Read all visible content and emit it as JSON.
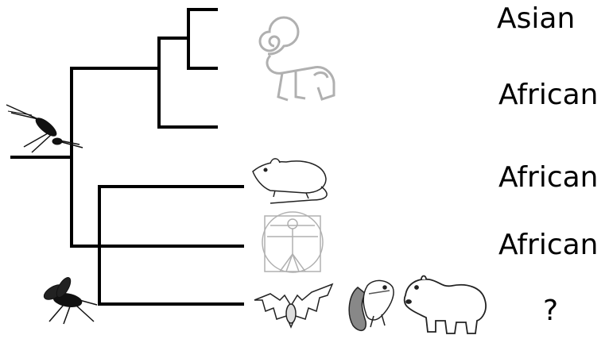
{
  "tree": {
    "line_color": "#000000",
    "leaves": [
      {
        "label": "Asian",
        "icon": "nazca-monkey-icon"
      },
      {
        "label": "African",
        "icon": null
      },
      {
        "label": "African",
        "icon": "rat-icon"
      },
      {
        "label": "African",
        "icon": "vitruvian-man-icon"
      },
      {
        "label": "?",
        "icons": [
          "bat-icon",
          "squirrel-icon",
          "hippo-icon"
        ]
      }
    ],
    "vectors": [
      "mosquito-icon",
      "fly-icon"
    ]
  },
  "colors": {
    "line": "#000000",
    "icon_faded": "#b0b0b0",
    "icon": "#222222"
  }
}
